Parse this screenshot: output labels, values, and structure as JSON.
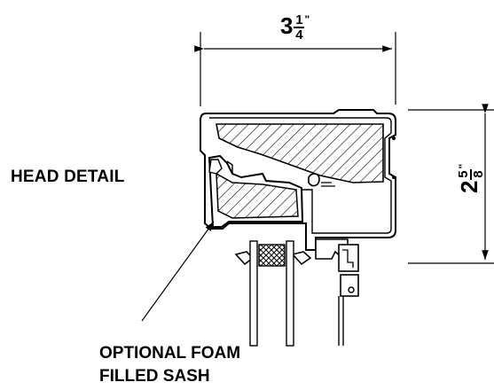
{
  "drawing": {
    "section_title": "HEAD DETAIL",
    "callout": {
      "line1": "OPTIONAL FOAM",
      "line2": "FILLED SASH"
    },
    "dimension_width": {
      "whole": "3",
      "numerator": "1",
      "denominator": "4",
      "unit": "\""
    },
    "dimension_height": {
      "whole": "2",
      "numerator": "5",
      "denominator": "8",
      "unit": "\""
    },
    "colors": {
      "ink": "#000000",
      "background": "#ffffff"
    }
  }
}
